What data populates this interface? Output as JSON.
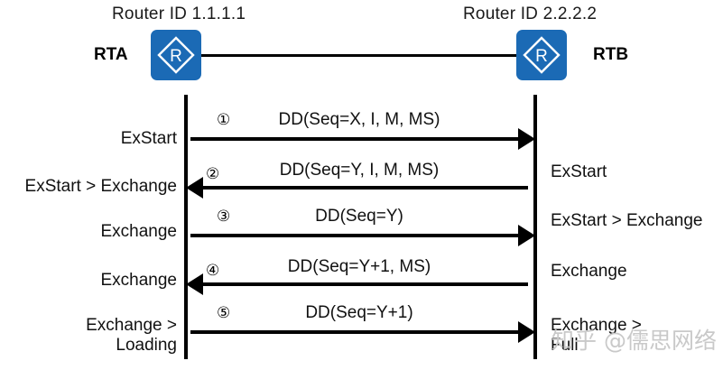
{
  "header": {
    "left_router_id": "Router ID 1.1.1.1",
    "right_router_id": "Router ID 2.2.2.2",
    "left_node": "RTA",
    "right_node": "RTB",
    "router_glyph": "R",
    "icon_color": "#1b6ab5"
  },
  "messages": [
    {
      "num": "①",
      "text": "DD(Seq=X, I, M, MS)",
      "direction": "ltr"
    },
    {
      "num": "②",
      "text": "DD(Seq=Y, I, M, MS)",
      "direction": "rtl"
    },
    {
      "num": "③",
      "text": "DD(Seq=Y)",
      "direction": "ltr"
    },
    {
      "num": "④",
      "text": "DD(Seq=Y+1, MS)",
      "direction": "rtl"
    },
    {
      "num": "⑤",
      "text": "DD(Seq=Y+1)",
      "direction": "ltr"
    }
  ],
  "left_states": [
    {
      "line1": "ExStart",
      "line2": ""
    },
    {
      "line1": "ExStart > Exchange",
      "line2": ""
    },
    {
      "line1": "Exchange",
      "line2": ""
    },
    {
      "line1": "Exchange",
      "line2": ""
    },
    {
      "line1": "Exchange >",
      "line2": "Loading"
    }
  ],
  "right_states": [
    {
      "line1": "ExStart",
      "line2": ""
    },
    {
      "line1": "ExStart > Exchange",
      "line2": ""
    },
    {
      "line1": "Exchange",
      "line2": ""
    },
    {
      "line1": "Exchange >",
      "line2": "Full"
    }
  ],
  "watermark": "知乎 @儒思网络"
}
